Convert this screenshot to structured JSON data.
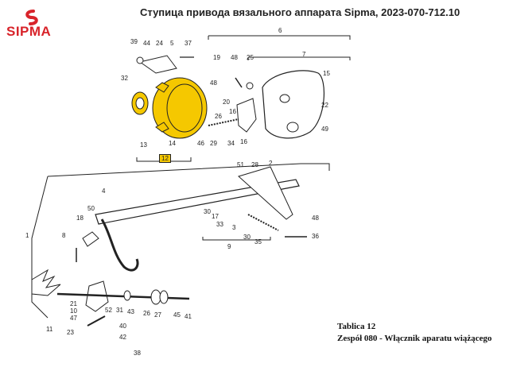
{
  "brand": {
    "name": "SIPMA",
    "color": "#d8232a"
  },
  "title": "Ступица привода вязального аппарата Sipma, 2023-070-712.10",
  "highlight_color": "#f5c800",
  "highlight_label": "12",
  "part_numbers": {
    "n39": "39",
    "n44": "44",
    "n24": "24",
    "n5": "5",
    "n37": "37",
    "n6": "6",
    "n7": "7",
    "n19": "19",
    "n48a": "48",
    "n25": "25",
    "n15": "15",
    "n32": "32",
    "n48b": "48",
    "n20": "20",
    "n16": "16",
    "n26": "26",
    "n22": "22",
    "n49": "49",
    "n13": "13",
    "n14": "14",
    "n46": "46",
    "n29": "29",
    "n34": "34",
    "n16b": "16",
    "n51": "51",
    "n28": "28",
    "n2": "2",
    "n4": "4",
    "n50": "50",
    "n18": "18",
    "n8": "8",
    "n30a": "30",
    "n17": "17",
    "n33": "33",
    "n3": "3",
    "n48c": "48",
    "n30b": "30",
    "n35": "35",
    "n9": "9",
    "n36": "36",
    "n1": "1",
    "n21a": "21",
    "n10": "10",
    "n47": "47",
    "n11": "11",
    "n23": "23",
    "n52": "52",
    "n31": "31",
    "n43": "43",
    "n26b": "26",
    "n27": "27",
    "n45": "45",
    "n41": "41",
    "n40": "40",
    "n42": "42",
    "n38": "38"
  },
  "plate": {
    "title": "Tablica 12",
    "subtitle": "Zespół 080 - Włącznik aparatu wiążącego"
  }
}
